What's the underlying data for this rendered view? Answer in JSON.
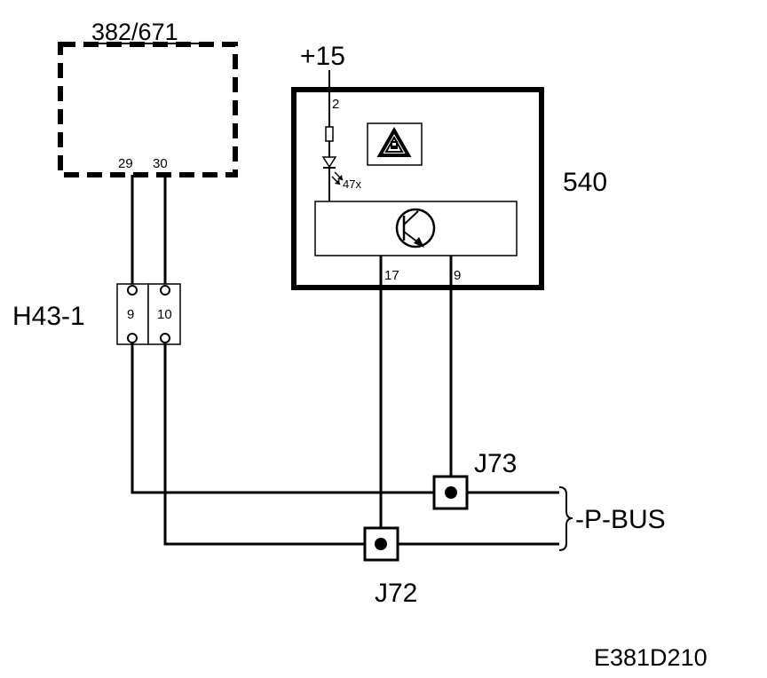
{
  "diagram": {
    "module_382": {
      "label": "382/671",
      "pins": [
        "29",
        "30"
      ]
    },
    "module_540": {
      "label": "540",
      "pins": [
        "2",
        "17",
        "9"
      ],
      "led_count": "47x"
    },
    "supply": {
      "label": "+15"
    },
    "connector_h43": {
      "label": "H43-1",
      "pins": [
        "9",
        "10"
      ]
    },
    "junction_j73": {
      "label": "J73"
    },
    "junction_j72": {
      "label": "J72"
    },
    "bus": {
      "label": "-P-BUS"
    },
    "drawing_code": "E381D210"
  }
}
